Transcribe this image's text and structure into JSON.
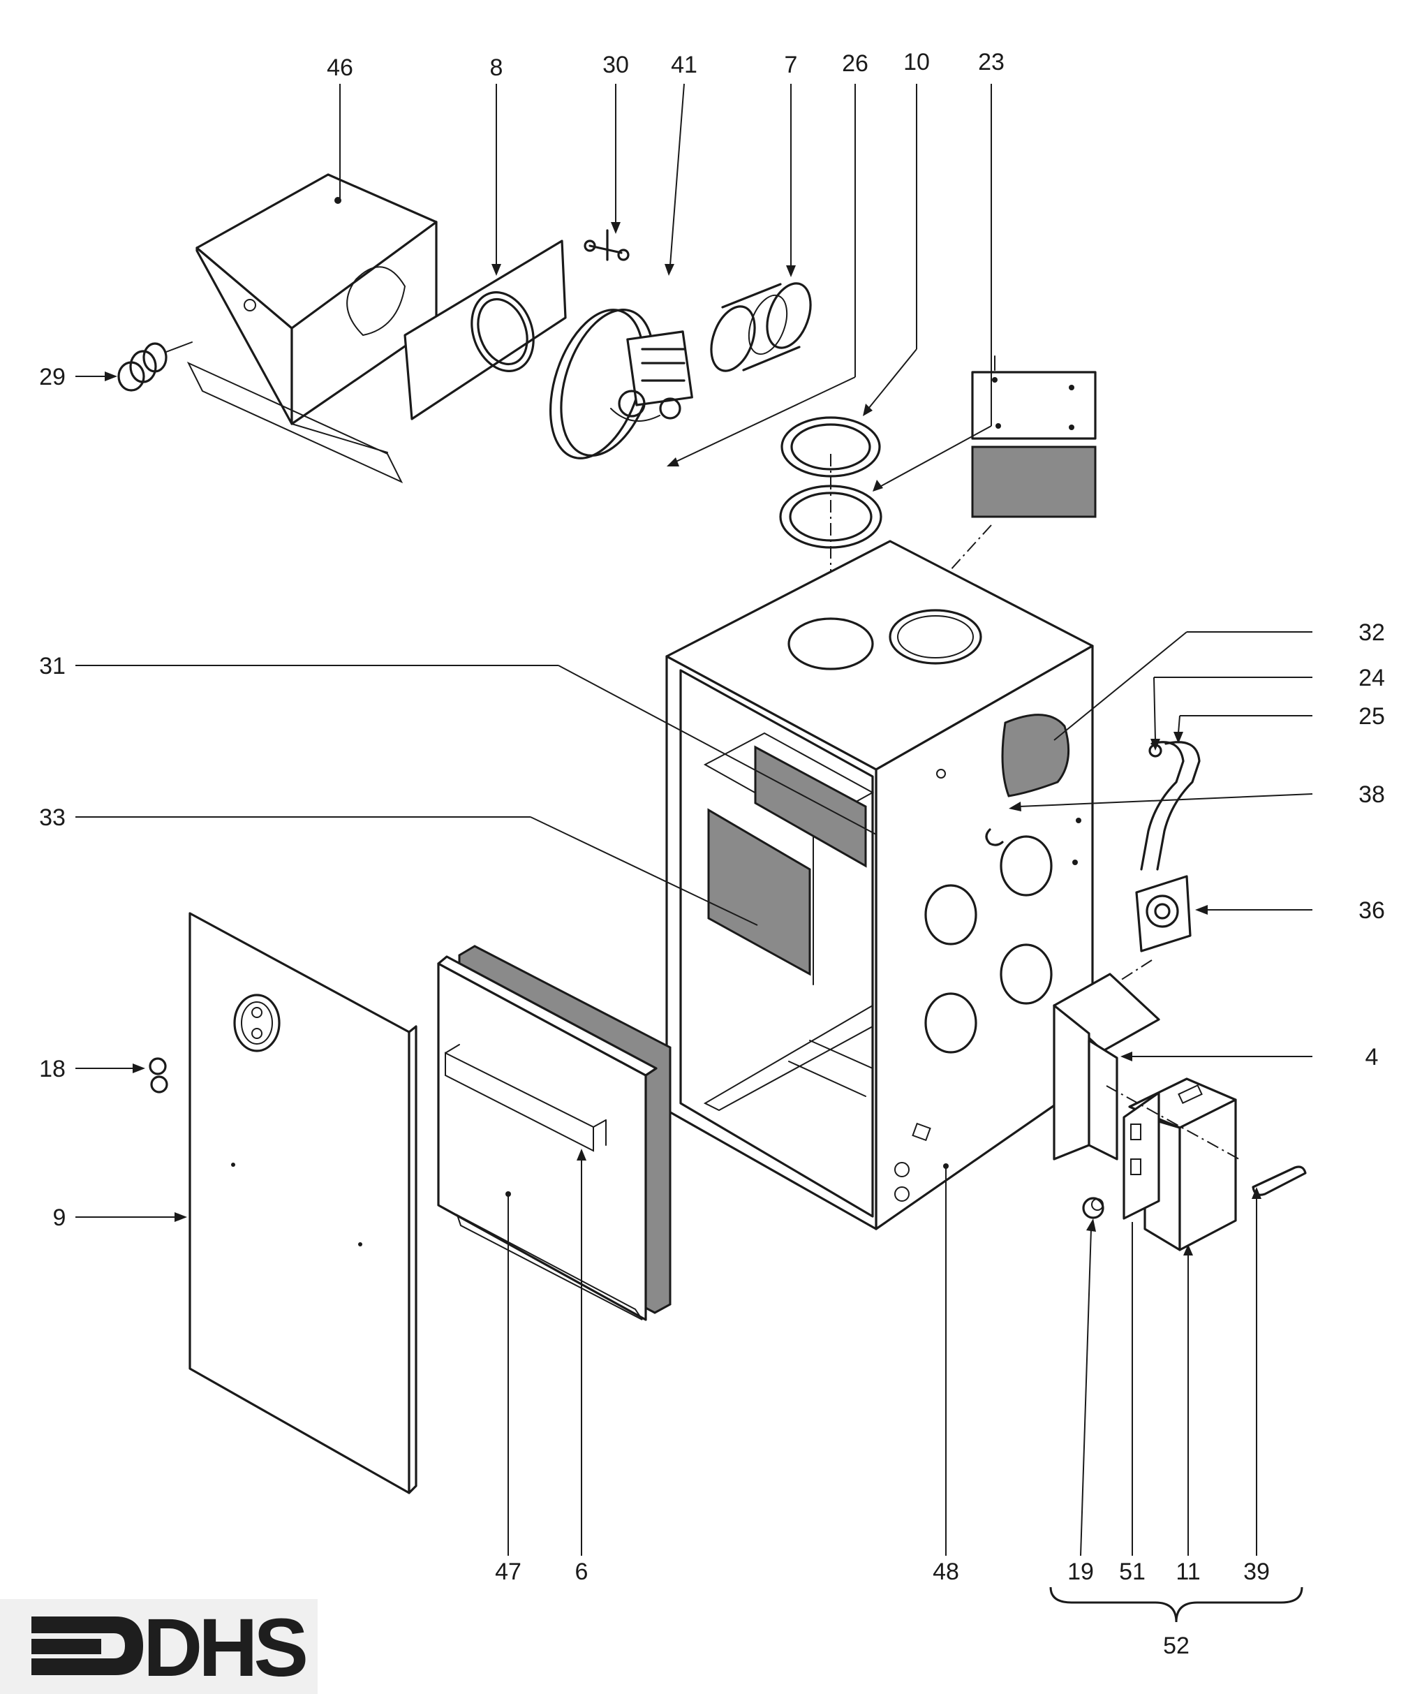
{
  "callouts": [
    {
      "id": "46",
      "text": "46"
    },
    {
      "id": "8",
      "text": "8"
    },
    {
      "id": "30",
      "text": "30"
    },
    {
      "id": "41",
      "text": "41"
    },
    {
      "id": "7",
      "text": "7"
    },
    {
      "id": "26",
      "text": "26"
    },
    {
      "id": "10",
      "text": "10"
    },
    {
      "id": "23",
      "text": "23"
    },
    {
      "id": "29",
      "text": "29"
    },
    {
      "id": "31",
      "text": "31"
    },
    {
      "id": "32",
      "text": "32"
    },
    {
      "id": "24",
      "text": "24"
    },
    {
      "id": "25",
      "text": "25"
    },
    {
      "id": "33",
      "text": "33"
    },
    {
      "id": "38",
      "text": "38"
    },
    {
      "id": "36",
      "text": "36"
    },
    {
      "id": "18",
      "text": "18"
    },
    {
      "id": "4",
      "text": "4"
    },
    {
      "id": "9",
      "text": "9"
    },
    {
      "id": "47",
      "text": "47"
    },
    {
      "id": "6",
      "text": "6"
    },
    {
      "id": "48",
      "text": "48"
    },
    {
      "id": "19",
      "text": "19"
    },
    {
      "id": "51",
      "text": "51"
    },
    {
      "id": "11",
      "text": "11"
    },
    {
      "id": "39",
      "text": "39"
    },
    {
      "id": "52",
      "text": "52"
    }
  ],
  "logo": {
    "text": "DHS",
    "icon": "arrow-bracket-icon"
  }
}
